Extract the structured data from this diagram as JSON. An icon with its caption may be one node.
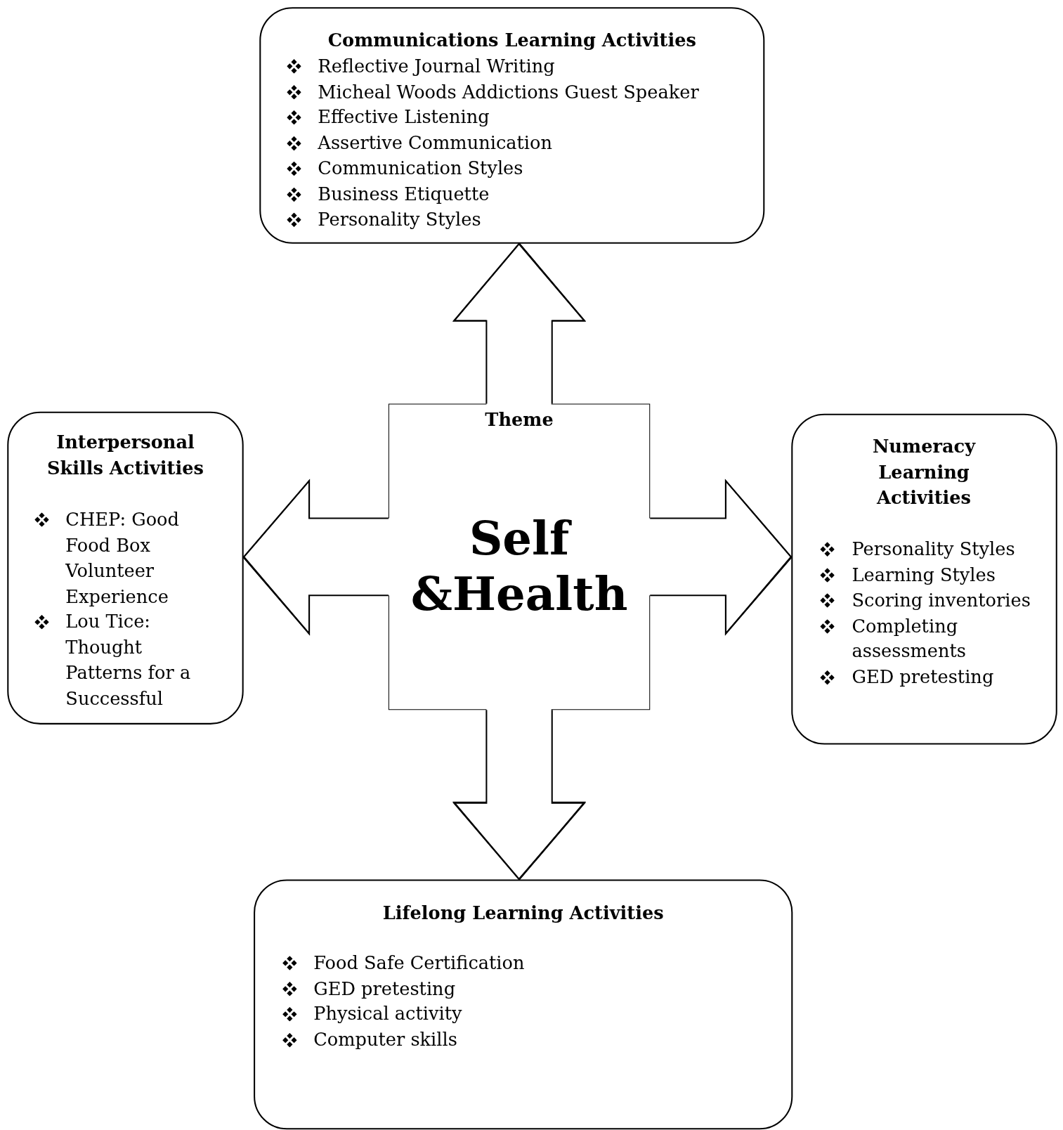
{
  "diagram": {
    "nodes": [
      {
        "text": [
          "Communications Learning Activities",
          "Reflective Journal Writing",
          "Micheal Woods Addictions Guest Speaker",
          "Effective Listening",
          "Assertive Communication",
          "Communication Styles",
          "Business Etiquette",
          "Personality Styles"
        ]
      },
      {
        "text": [
          "Interpersonal Skills Activities",
          "CHEP: Good Food Box Volunteer Experience",
          "Lou Tice: Thought Patterns for a Successful"
        ]
      },
      {
        "text": [
          "Theme",
          "Self &Health"
        ]
      },
      {
        "text": [
          "Numeracy Learning Activities",
          "Personality Styles",
          "Learning Styles",
          "Scoring inventories",
          "Completing assessments",
          "GED pretesting"
        ]
      },
      {
        "text": [
          "Lifelong Learning Activities",
          "Food Safe Certification",
          "GED pretesting",
          "Physical activity",
          "Computer skills"
        ]
      }
    ],
    "edges": [
      {
        "from": 2,
        "to": 0,
        "arrow": "to"
      },
      {
        "from": 2,
        "to": 1,
        "arrow": "to"
      },
      {
        "from": 2,
        "to": 3,
        "arrow": "to"
      },
      {
        "from": 2,
        "to": 4,
        "arrow": "to"
      }
    ]
  }
}
